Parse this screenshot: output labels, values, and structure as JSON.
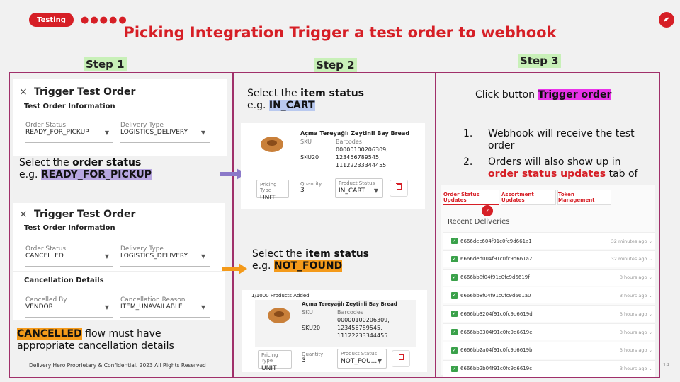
{
  "tag": "Testing",
  "title": "Picking Integration Trigger a test order to webhook",
  "page_number": "14",
  "footer": "Delivery Hero Proprietary & Confidential. 2023 All Rights Reserved",
  "steps": [
    "Step 1",
    "Step 2",
    "Step 3"
  ],
  "step1": {
    "card1": {
      "close": "×",
      "title": "Trigger Test Order",
      "subtitle": "Test Order Information",
      "order_status_label": "Order Status",
      "order_status": "READY_FOR_PICKUP",
      "delivery_type_label": "Delivery Type",
      "delivery_type": "LOGISTICS_DELIVERY"
    },
    "caption1_a": "Select the ",
    "caption1_b": "order status",
    "caption1_c": "e.g. ",
    "caption1_d": "READY_FOR_PICKUP",
    "card2": {
      "close": "×",
      "title": "Trigger Test Order",
      "subtitle": "Test Order Information",
      "order_status_label": "Order Status",
      "order_status": "CANCELLED",
      "delivery_type_label": "Delivery Type",
      "delivery_type": "LOGISTICS_DELIVERY",
      "cancel_title": "Cancellation Details",
      "cancelled_by_label": "Cancelled By",
      "cancelled_by": "VENDOR",
      "reason_label": "Cancellation Reason",
      "reason": "ITEM_UNAVAILABLE"
    },
    "caption2_a": "CANCELLED",
    "caption2_b": " flow must have",
    "caption2_c": "appropriate cancellation details"
  },
  "step2": {
    "caption1_a": "Select the ",
    "caption1_b": "item status",
    "caption1_c": "e.g. ",
    "caption1_d": "IN_CART",
    "product1": {
      "name": "Açma Tereyağlı Zeytinli Bay Bread",
      "sku_label": "SKU",
      "sku": "SKU20",
      "barcodes_label": "Barcodes",
      "barcodes": [
        "00000100206309,",
        "123456789545,",
        "11122233344455"
      ],
      "pricing_label": "Pricing Type",
      "pricing": "UNIT",
      "qty_label": "Quantity",
      "qty": "3",
      "status_label": "Product Status",
      "status": "IN_CART"
    },
    "caption2_a": "Select the ",
    "caption2_b": "item status",
    "caption2_c": "e.g. ",
    "caption2_d": "NOT_FOUND",
    "added": "1/1000 Products Added",
    "product2": {
      "name": "Açma Tereyağlı Zeytinli Bay Bread",
      "sku_label": "SKU",
      "sku": "SKU20",
      "barcodes_label": "Barcodes",
      "barcodes": [
        "00000100206309,",
        "123456789545,",
        "11122233344455"
      ],
      "pricing_label": "Pricing Type",
      "pricing": "UNIT",
      "qty_label": "Quantity",
      "qty": "3",
      "status_label": "Product Status",
      "status": "NOT_FOU..."
    }
  },
  "step3": {
    "click_a": "Click button ",
    "click_b": "Trigger order",
    "li1_num": "1.",
    "li1": "Webhook will receive the test order",
    "li2_num": "2.",
    "li2_a": "Orders will also show up in ",
    "li2_b": "order status updates",
    "li2_c": " tab of",
    "tabs": [
      "Order Status Updates",
      "Assortment Updates",
      "Token Management"
    ],
    "badge": "2",
    "recent": "Recent Deliveries",
    "rows": [
      {
        "id": "6666dec604f91c0fc9d661a1",
        "time": "32 minutes ago ⌄"
      },
      {
        "id": "6666ded004f91c0fc9d661a2",
        "time": "32 minutes ago ⌄"
      },
      {
        "id": "6666bb8f04f91c0fc9d6619f",
        "time": "3 hours ago ⌄"
      },
      {
        "id": "6666bb8f04f91c0fc9d661a0",
        "time": "3 hours ago ⌄"
      },
      {
        "id": "6666bb3204f91c0fc9d6619d",
        "time": "3 hours ago ⌄"
      },
      {
        "id": "6666bb3304f91c0fc9d6619e",
        "time": "3 hours ago ⌄"
      },
      {
        "id": "6666bb2a04f91c0fc9d6619b",
        "time": "3 hours ago ⌄"
      },
      {
        "id": "6666bb2b04f91c0fc9d6619c",
        "time": "3 hours ago ⌄"
      }
    ]
  },
  "colors": {
    "brand": "#d61f26",
    "step": "#c8f0b8",
    "purple_hl": "#b7a6e0",
    "orange_hl": "#f49a1a",
    "magenta_hl": "#e832e8"
  }
}
